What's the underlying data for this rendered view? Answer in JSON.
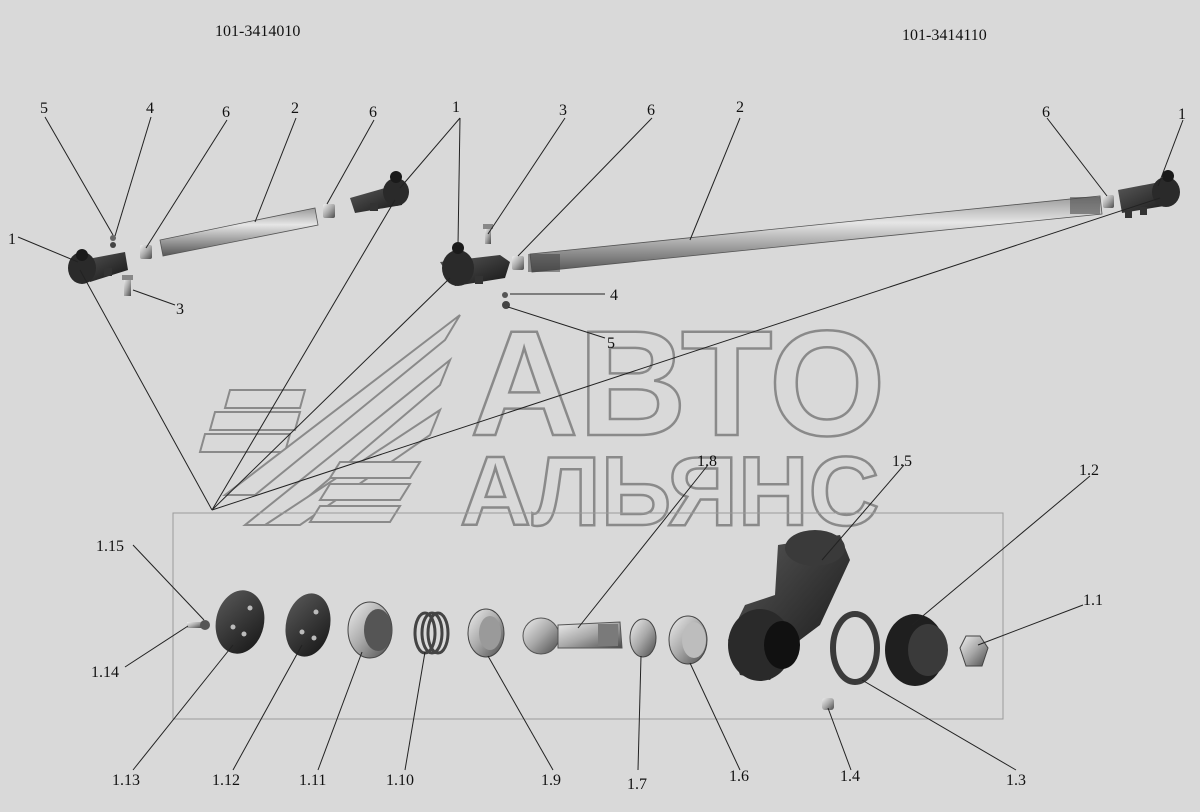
{
  "assemblies": {
    "left": "101-3414010",
    "right": "101-3414110"
  },
  "watermark": {
    "line1": "АВТО",
    "line2": "АЛЬЯНС"
  },
  "callouts_top_left": [
    "5",
    "4",
    "6",
    "2",
    "6",
    "1",
    "3"
  ],
  "callouts_top_right": [
    "1",
    "3",
    "6",
    "2",
    "6",
    "1",
    "4",
    "5"
  ],
  "callouts_detail": [
    "1.15",
    "1.14",
    "1.13",
    "1.12",
    "1.11",
    "1.10",
    "1.9",
    "1.8",
    "1.7",
    "1.6",
    "1.5",
    "1.4",
    "1.3",
    "1.2",
    "1.1"
  ],
  "colors": {
    "background": "#d9d9d9",
    "parts_dark": "#2b2b2b",
    "parts_mid": "#6e6e6e",
    "parts_light": "#bdbdbd",
    "watermark": "#8a8a8a"
  }
}
